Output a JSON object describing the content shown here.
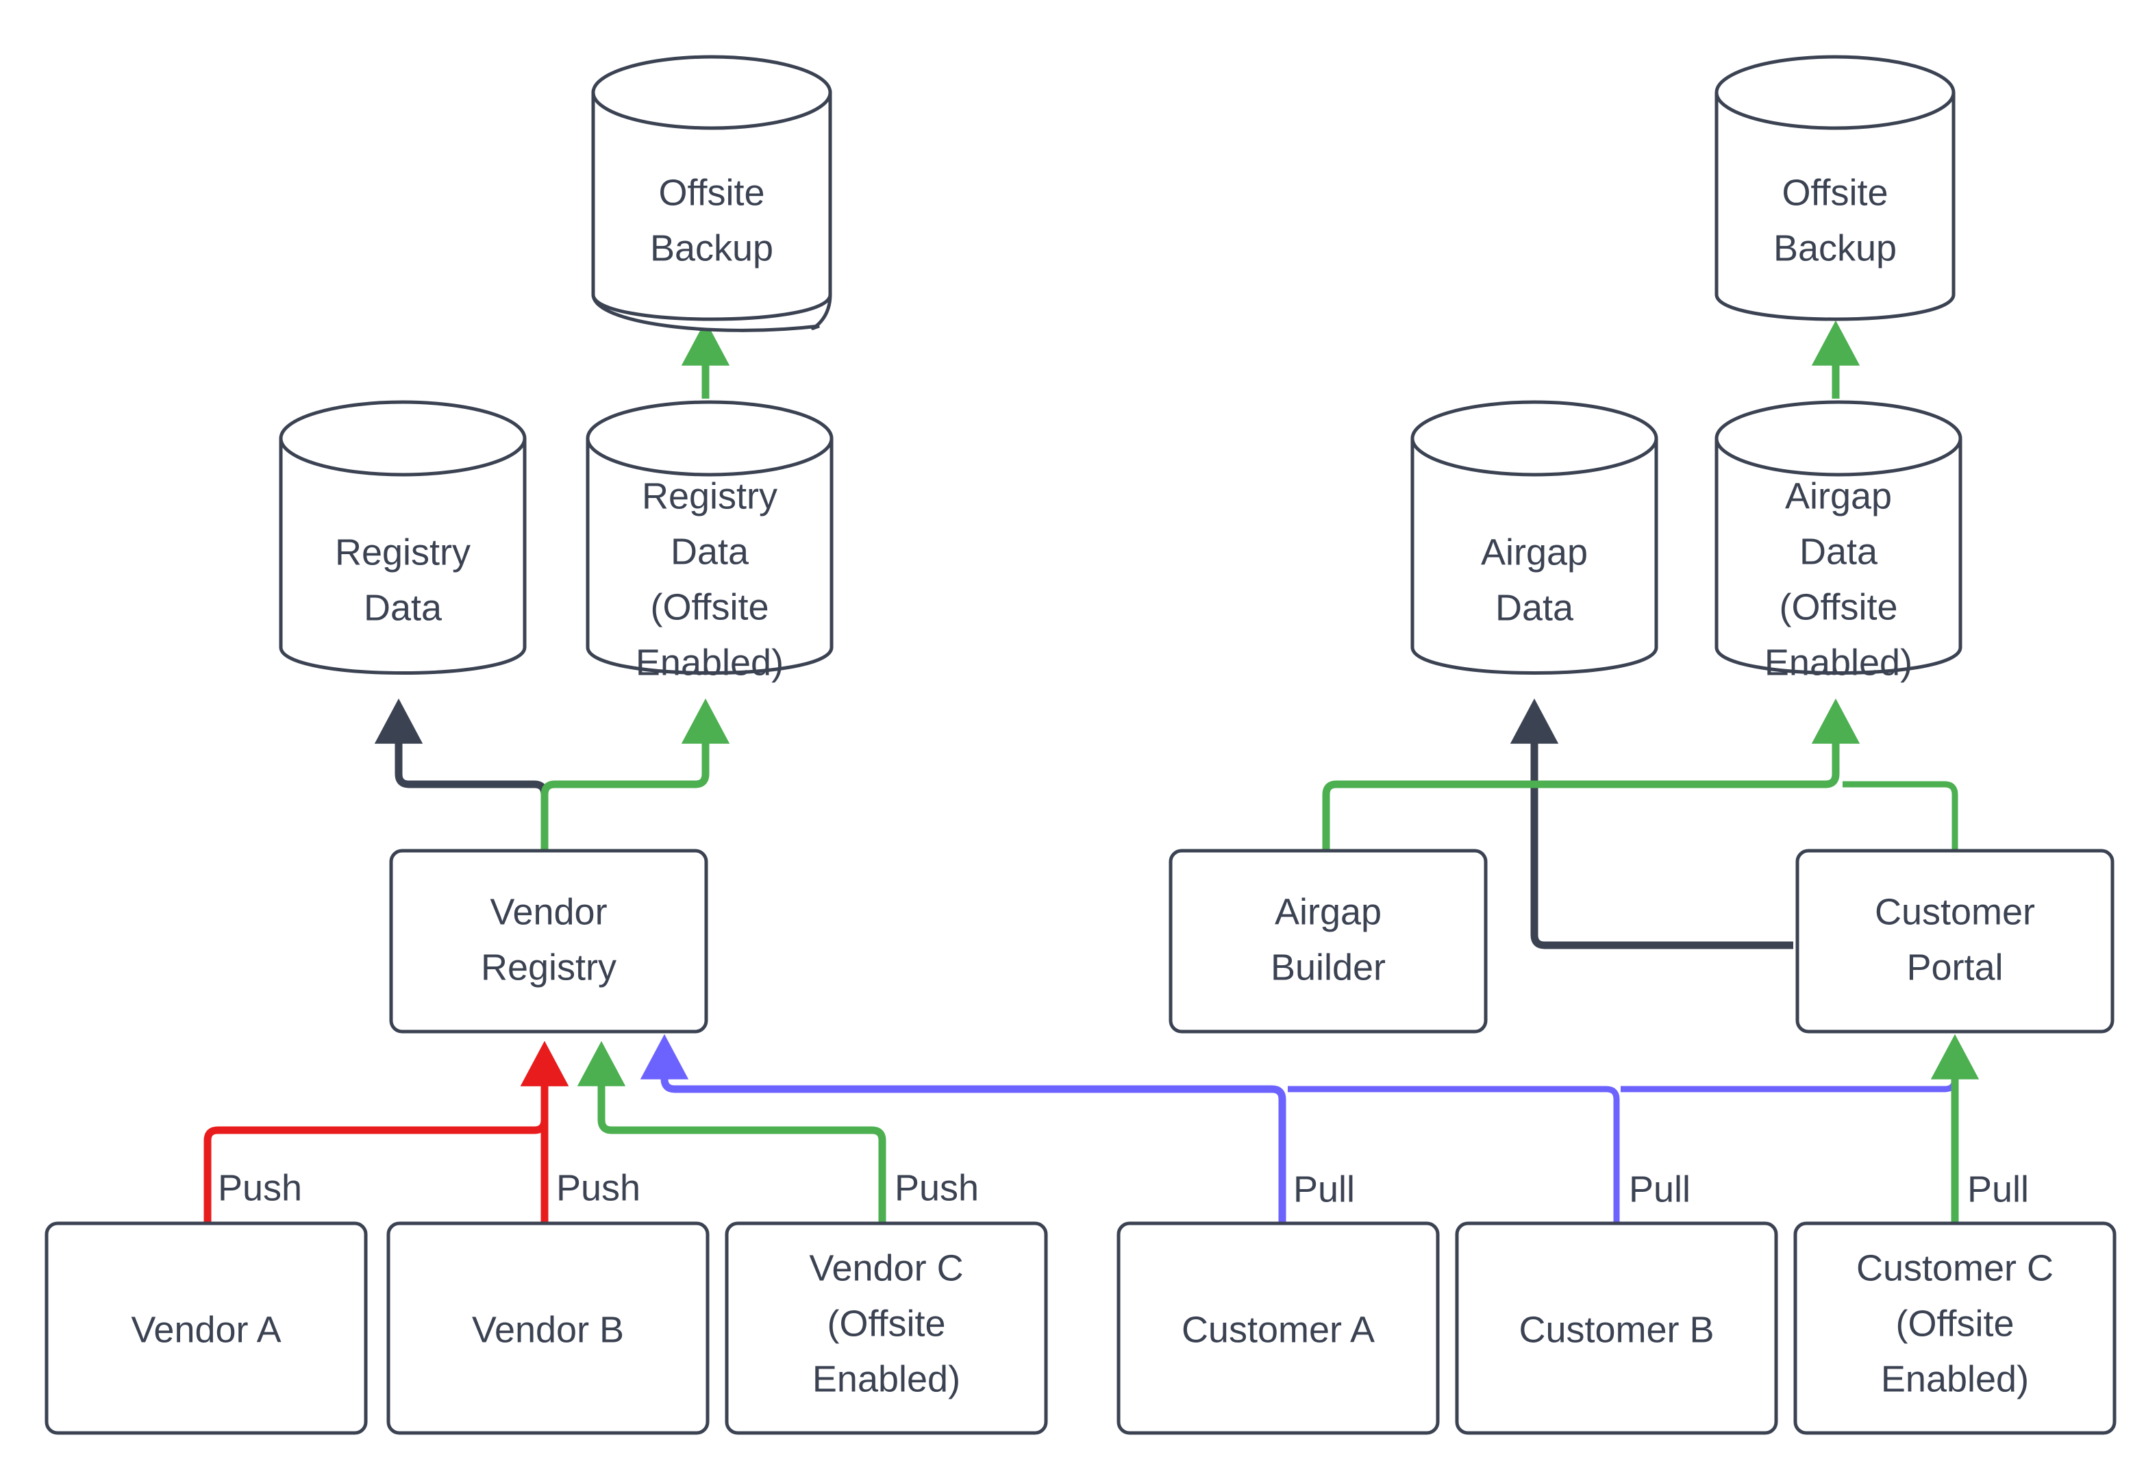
{
  "diagram": {
    "title": "Vendor Registry and Customer Portal Data Flow",
    "background_color": "#ffffff",
    "colors": {
      "node_stroke": "#3b4252",
      "node_fill": "#ffffff",
      "text": "#3b4252",
      "flow_default": "#3b4252",
      "flow_green": "#4caf50",
      "flow_red": "#e81c1c",
      "flow_purple": "#6c63ff"
    }
  },
  "nodes": {
    "offsite_backup_left": {
      "id": "offsite-backup-left",
      "shape": "cylinder",
      "lines": [
        "Offsite",
        "Backup"
      ]
    },
    "offsite_backup_right": {
      "id": "offsite-backup-right",
      "shape": "cylinder",
      "lines": [
        "Offsite",
        "Backup"
      ]
    },
    "registry_data": {
      "id": "registry-data",
      "shape": "cylinder",
      "lines": [
        "Registry",
        "Data"
      ]
    },
    "registry_data_offsite": {
      "id": "registry-data-offsite",
      "shape": "cylinder",
      "lines": [
        "Registry",
        "Data",
        "(Offsite",
        "Enabled)"
      ]
    },
    "airgap_data": {
      "id": "airgap-data",
      "shape": "cylinder",
      "lines": [
        "Airgap",
        "Data"
      ]
    },
    "airgap_data_offsite": {
      "id": "airgap-data-offsite",
      "shape": "cylinder",
      "lines": [
        "Airgap",
        "Data",
        "(Offsite",
        "Enabled)"
      ]
    },
    "vendor_registry": {
      "id": "vendor-registry",
      "shape": "box",
      "lines": [
        "Vendor",
        "Registry"
      ]
    },
    "airgap_builder": {
      "id": "airgap-builder",
      "shape": "box",
      "lines": [
        "Airgap",
        "Builder"
      ]
    },
    "customer_portal": {
      "id": "customer-portal",
      "shape": "box",
      "lines": [
        "Customer",
        "Portal"
      ]
    },
    "vendor_a": {
      "id": "vendor-a",
      "shape": "box",
      "lines": [
        "Vendor A"
      ]
    },
    "vendor_b": {
      "id": "vendor-b",
      "shape": "box",
      "lines": [
        "Vendor B"
      ]
    },
    "vendor_c": {
      "id": "vendor-c",
      "shape": "box",
      "lines": [
        "Vendor C",
        "(Offsite",
        "Enabled)"
      ]
    },
    "customer_a": {
      "id": "customer-a",
      "shape": "box",
      "lines": [
        "Customer A"
      ]
    },
    "customer_b": {
      "id": "customer-b",
      "shape": "box",
      "lines": [
        "Customer B"
      ]
    },
    "customer_c": {
      "id": "customer-c",
      "shape": "box",
      "lines": [
        "Customer C",
        "(Offsite",
        "Enabled)"
      ]
    }
  },
  "edge_labels": {
    "vendor_a_push": "Push",
    "vendor_b_push": "Push",
    "vendor_c_push": "Push",
    "customer_a_pull": "Pull",
    "customer_b_pull": "Pull",
    "customer_c_pull": "Pull"
  },
  "edges": [
    {
      "from": "vendor-a",
      "to": "vendor-registry",
      "label": "Push",
      "color": "#e81c1c"
    },
    {
      "from": "vendor-b",
      "to": "vendor-registry",
      "label": "Push",
      "color": "#e81c1c"
    },
    {
      "from": "vendor-c",
      "to": "vendor-registry",
      "label": "Push",
      "color": "#4caf50"
    },
    {
      "from": "customer-a",
      "to": "vendor-registry",
      "label": "Pull",
      "color": "#6c63ff"
    },
    {
      "from": "customer-b",
      "to": "vendor-registry",
      "label": "Pull",
      "color": "#6c63ff"
    },
    {
      "from": "customer-c",
      "to": "customer-portal",
      "label": "Pull",
      "color": "#4caf50"
    },
    {
      "from": "vendor-registry",
      "to": "registry-data",
      "label": "",
      "color": "#3b4252"
    },
    {
      "from": "vendor-registry",
      "to": "registry-data-offsite",
      "label": "",
      "color": "#4caf50"
    },
    {
      "from": "registry-data-offsite",
      "to": "offsite-backup-left",
      "label": "",
      "color": "#4caf50"
    },
    {
      "from": "customer-portal",
      "to": "airgap-data",
      "label": "",
      "color": "#3b4252"
    },
    {
      "from": "airgap-builder",
      "to": "airgap-data-offsite",
      "label": "",
      "color": "#4caf50"
    },
    {
      "from": "customer-portal",
      "to": "airgap-data-offsite",
      "label": "",
      "color": "#4caf50"
    },
    {
      "from": "airgap-data-offsite",
      "to": "offsite-backup-right",
      "label": "",
      "color": "#4caf50"
    }
  ]
}
